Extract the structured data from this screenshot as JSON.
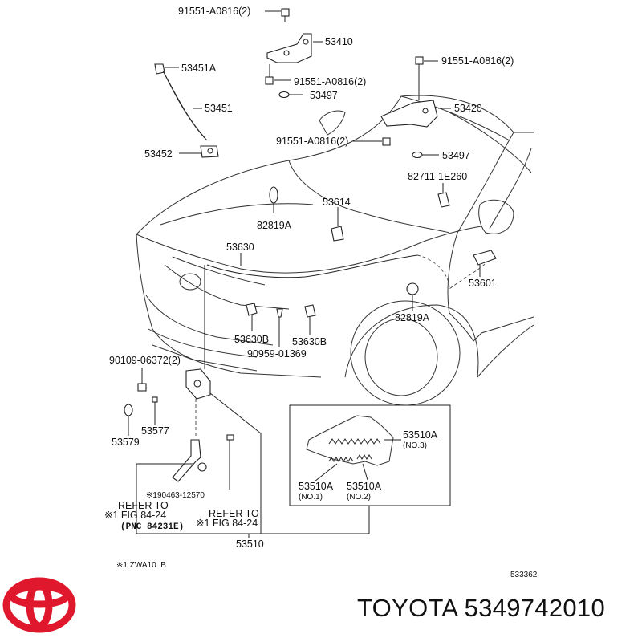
{
  "callouts": {
    "c91551_top": "91551-A0816(2)",
    "c53410": "53410",
    "c53451a": "53451A",
    "c91551_mid": "91551-A0816(2)",
    "c53497_left": "53497",
    "c53451": "53451",
    "c91551_right": "91551-A0816(2)",
    "c53420": "53420",
    "c53452": "53452",
    "c91551_lower": "91551-A0816(2)",
    "c53497_right": "53497",
    "c82711": "82711-1E260",
    "c53614": "53614",
    "c82819a_top": "82819A",
    "c53630": "53630",
    "c53601": "53601",
    "c82819a_bottom": "82819A",
    "c53630b_left": "53630B",
    "c53630b_right": "53630B",
    "c90959": "90959-01369",
    "c90109": "90109-06372(2)",
    "c53577": "53577",
    "c53579": "53579",
    "c90463": "※190463-12570",
    "refer_left_1": "REFER TO",
    "refer_left_2": "※1 FIG 84-24",
    "refer_left_3": "(PNC 84231E)",
    "refer_right_1": "REFER TO",
    "refer_right_2": "※1 FIG 84-24",
    "c53510": "53510",
    "inset_53510a_no3": "53510A",
    "inset_no3": "(NO.3)",
    "inset_53510a_no1": "53510A",
    "inset_no1": "(NO.1)",
    "inset_53510a_no2": "53510A",
    "inset_no2": "(NO.2)"
  },
  "footnote": "※1 ZWA10..B",
  "diagram_code": "533362",
  "brand": {
    "name": "TOYOTA",
    "part_number": "5349742010",
    "title": "TOYOTA 5349742010",
    "logo_color": "#e0182d"
  }
}
